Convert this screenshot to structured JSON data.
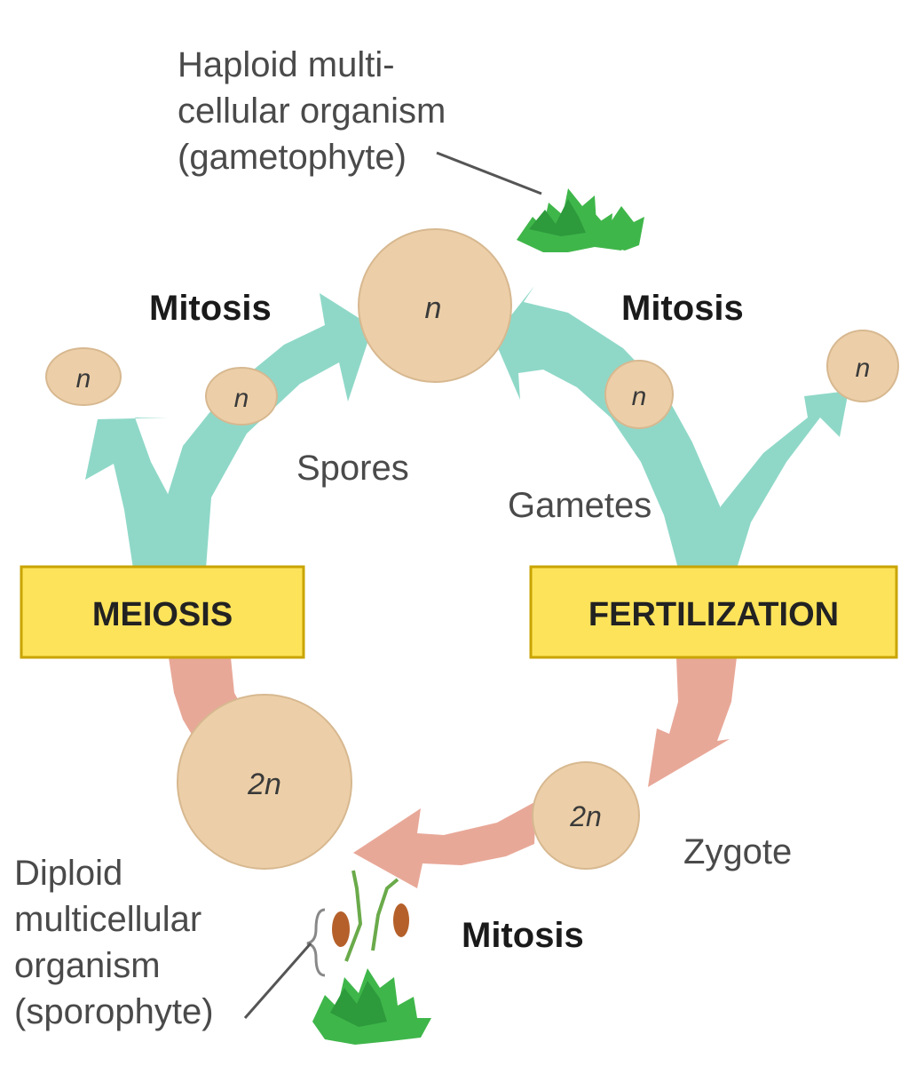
{
  "labels": {
    "haploid": [
      "Haploid multi-",
      "cellular organism",
      "(gametophyte)"
    ],
    "diploid": [
      "Diploid",
      "multicellular",
      "organism",
      "(sporophyte)"
    ],
    "spores": "Spores",
    "gametes": "Gametes",
    "zygote": "Zygote",
    "mitosis_left": "Mitosis",
    "mitosis_right": "Mitosis",
    "mitosis_bottom": "Mitosis"
  },
  "boxes": {
    "meiosis": "MEIOSIS",
    "fertilization": "FERTILIZATION"
  },
  "cells": {
    "haploid_main": "n",
    "spore_outer": "n",
    "spore_inner": "n",
    "gamete_inner": "n",
    "gamete_outer": "n",
    "sporophyte": "2n",
    "zygote": "2n"
  },
  "colors": {
    "haploid_arrow": "#8fd8c8",
    "diploid_arrow": "#e8a898",
    "cell_fill": "#eccfa8",
    "box_fill": "#fde35a",
    "box_border": "#c9a400",
    "plant_green": "#3fb64a",
    "capsule": "#b5602a"
  }
}
